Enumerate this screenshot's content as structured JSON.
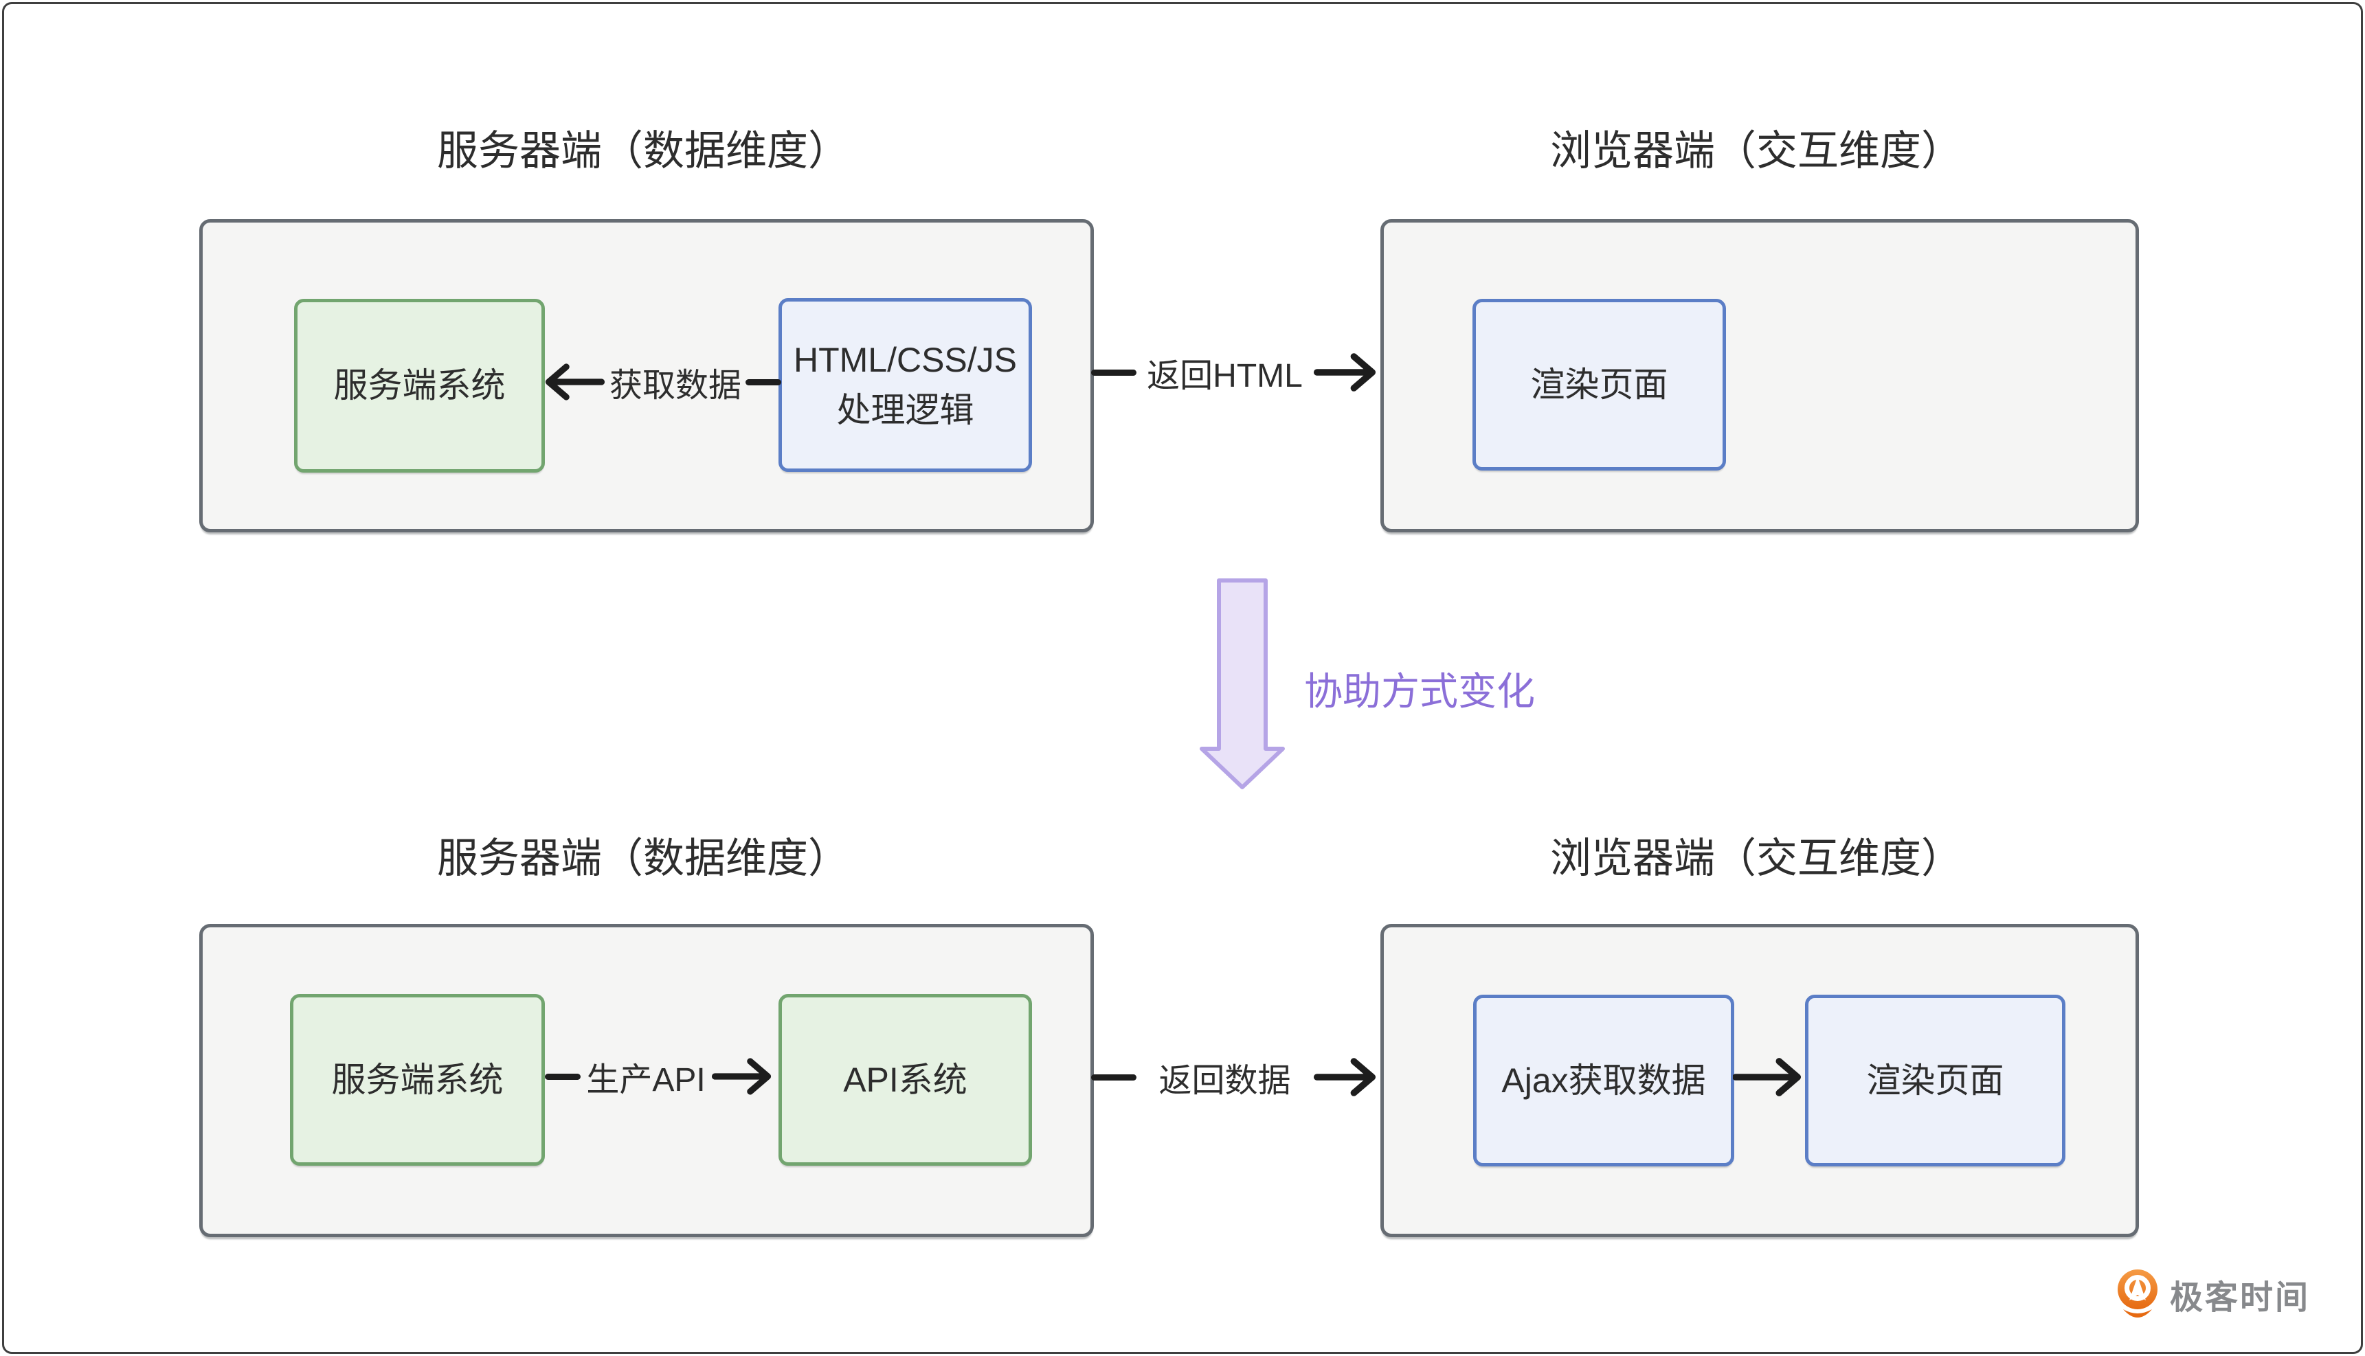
{
  "sections": {
    "top_server": {
      "title": "服务器端（数据维度）"
    },
    "top_browser": {
      "title": "浏览器端（交互维度）"
    },
    "bottom_server": {
      "title": "服务器端（数据维度）"
    },
    "bottom_browser": {
      "title": "浏览器端（交互维度）"
    }
  },
  "nodes": {
    "top_server_system": "服务端系统",
    "top_html_line1": "HTML/CSS/JS",
    "top_html_line2": "处理逻辑",
    "top_render_page": "渲染页面",
    "bottom_server_system": "服务端系统",
    "bottom_api_system": "API系统",
    "bottom_ajax": "Ajax获取数据",
    "bottom_render_page": "渲染页面"
  },
  "edges": {
    "get_data": "获取数据",
    "return_html": "返回HTML",
    "produce_api": "生产API",
    "return_data": "返回数据",
    "transition": "协助方式变化"
  },
  "logo": {
    "text": "极客时间"
  },
  "colors": {
    "container_fill": "#f5f5f4",
    "container_border": "#666c73",
    "green_fill": "#e6f2e3",
    "green_border": "#72a56f",
    "blue_fill": "#edf1fa",
    "blue_border": "#5b7ec6",
    "arrow_black": "#1d1d1d",
    "text": "#2d2d2d",
    "purple_fill": "#e9e2f8",
    "purple_border": "#b5a4e6",
    "purple_text": "#8b6fd8",
    "logo_orange_light": "#f59b45",
    "logo_orange_dark": "#e66a12",
    "logo_gray": "#87898c"
  }
}
